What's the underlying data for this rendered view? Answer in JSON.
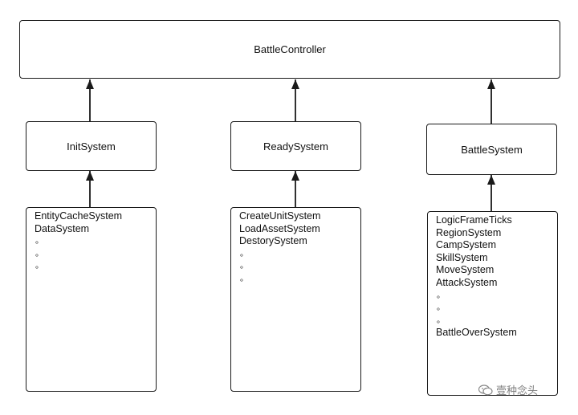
{
  "controller": {
    "label": "BattleController"
  },
  "systems": [
    {
      "label": "InitSystem",
      "subsystems": [
        "EntityCacheSystem",
        "DataSystem",
        "。",
        "。",
        "。"
      ]
    },
    {
      "label": "ReadySystem",
      "subsystems": [
        "CreateUnitSystem",
        "LoadAssetSystem",
        "DestorySystem",
        "。",
        "。",
        "。"
      ]
    },
    {
      "label": "BattleSystem",
      "subsystems": [
        "LogicFrameTicks",
        "RegionSystem",
        "CampSystem",
        "SkillSystem",
        "MoveSystem",
        "AttackSystem",
        "。",
        "。",
        "。",
        "BattleOverSystem"
      ]
    }
  ],
  "watermark": {
    "text": "壹种念头"
  }
}
